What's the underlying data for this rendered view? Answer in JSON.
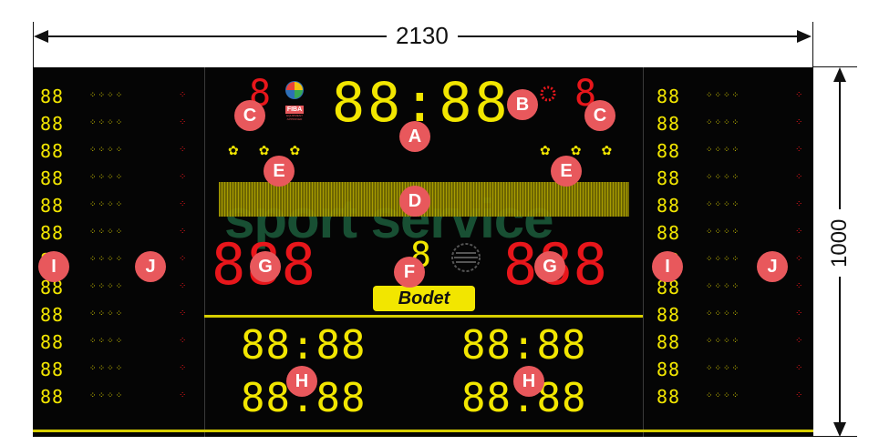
{
  "dimensions": {
    "width_label": "2130",
    "height_label": "1000"
  },
  "scoreboard": {
    "brand": "Bodet",
    "watermark": "sport service",
    "logo": {
      "name": "FIBA",
      "subtitle": "EQUIPMENT APPROVED"
    },
    "main_clock": "88:88",
    "period_digit": "8",
    "team_score_left": "888",
    "team_score_right": "888",
    "timer_rows_left": [
      "88:88",
      "88.88"
    ],
    "timer_rows_right": [
      "88:88",
      "88.88"
    ],
    "player_number": "88",
    "player_row_count_per_side": 12
  },
  "markers": {
    "A": "A",
    "B": "B",
    "C_left": "C",
    "C_right": "C",
    "D": "D",
    "E_left": "E",
    "E_right": "E",
    "F": "F",
    "G_left": "G",
    "G_right": "G",
    "H_left": "H",
    "H_right": "H",
    "I_left": "I",
    "I_right": "I",
    "J_left": "J",
    "J_right": "J"
  },
  "colors": {
    "led_yellow": "#f2e600",
    "led_red": "#e8161b",
    "marker": "#e8585c",
    "board": "#050505"
  }
}
